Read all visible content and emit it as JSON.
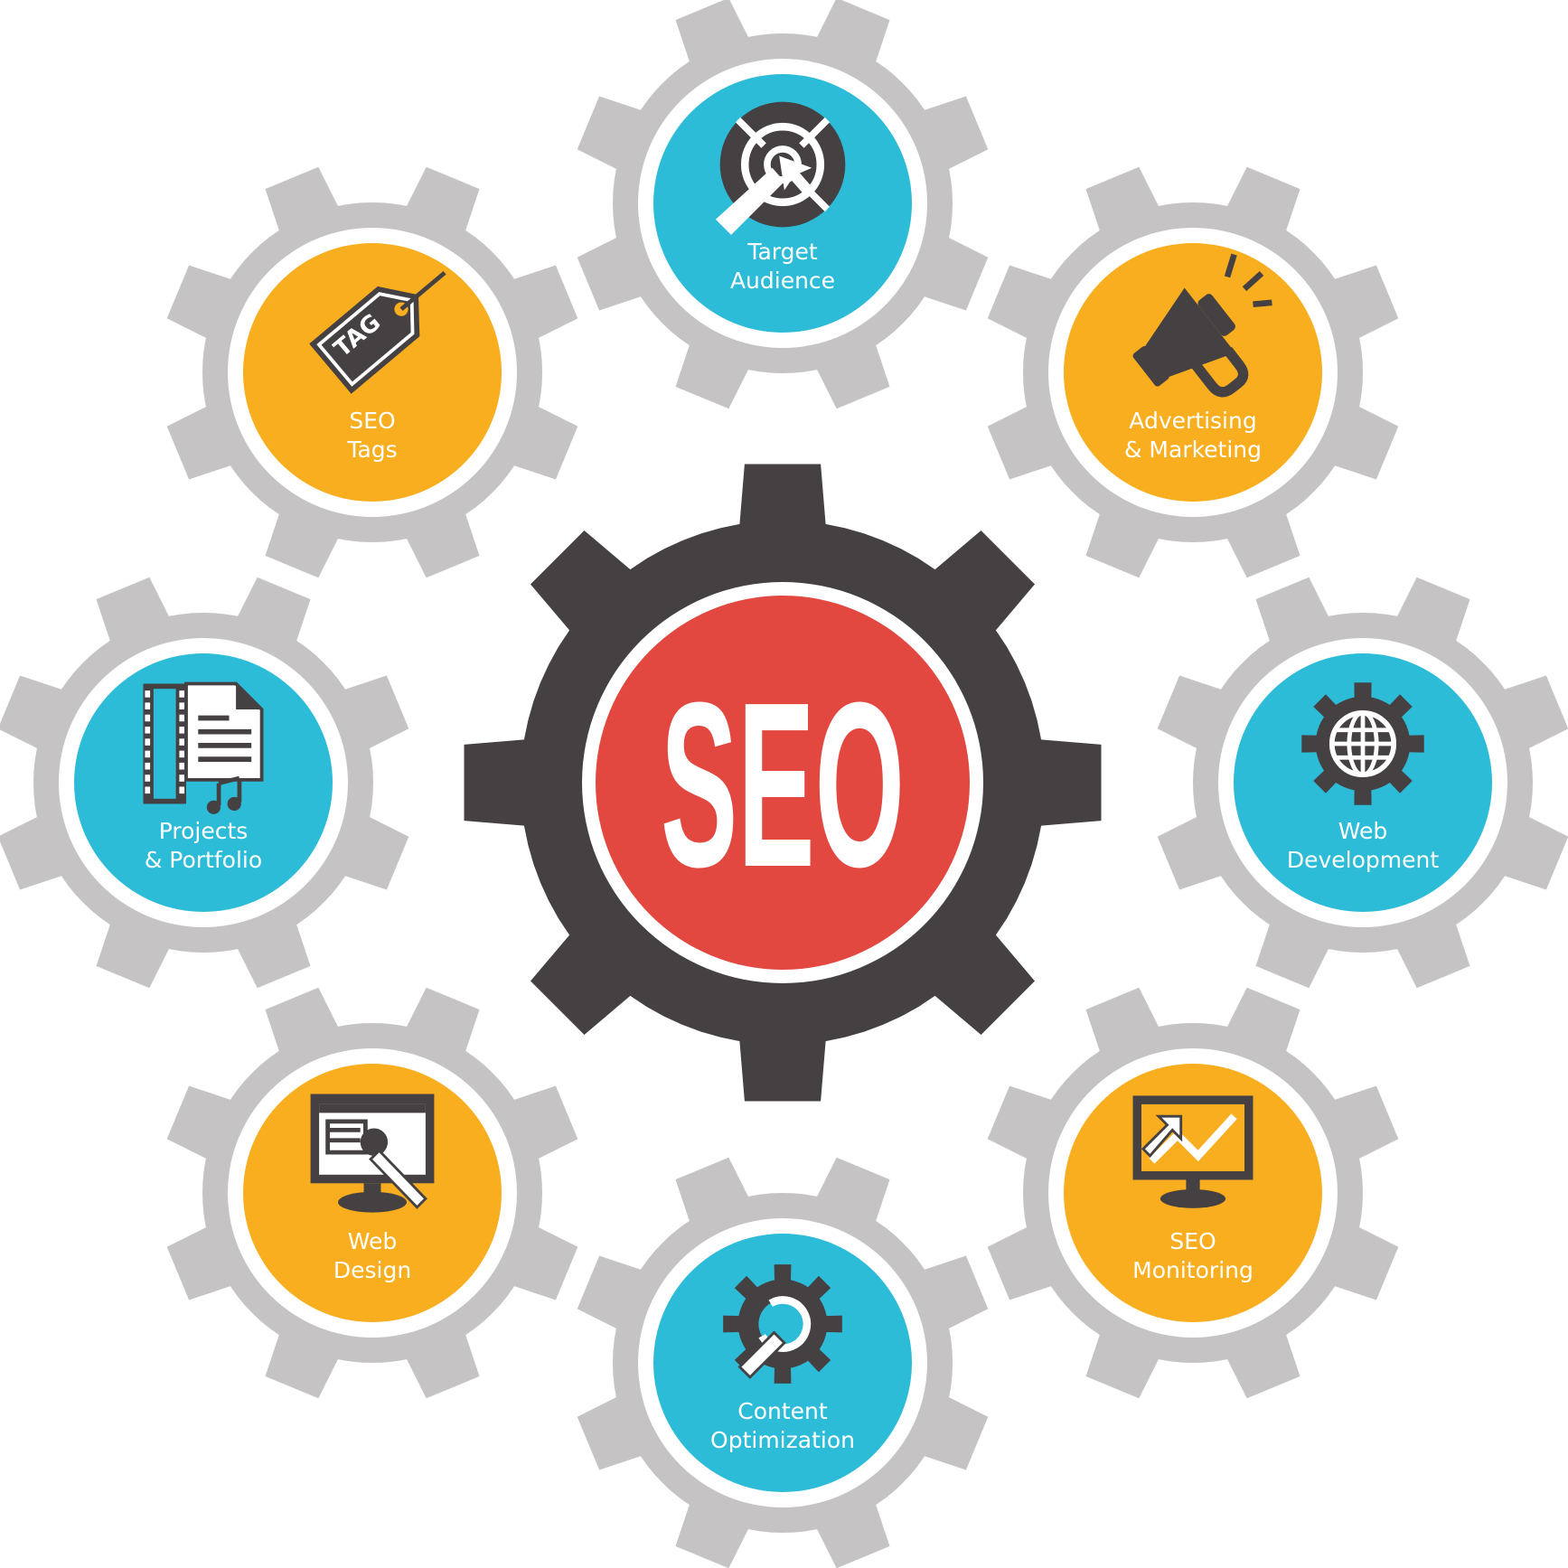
{
  "center": {
    "label": "SEO"
  },
  "colors": {
    "outer_gear": "#c6c3c4",
    "center_gear": "#454142",
    "center_fill": "#e2483f",
    "blue": "#2dbcd8",
    "orange": "#f8ae1f",
    "white": "#ffffff"
  },
  "nodes": [
    {
      "id": "target-audience",
      "line1": "Target",
      "line2": "Audience",
      "color": "blue",
      "icon": "target-icon"
    },
    {
      "id": "advertising-marketing",
      "line1": "Advertising",
      "line2": "& Marketing",
      "color": "orange",
      "icon": "megaphone-icon"
    },
    {
      "id": "web-development",
      "line1": "Web",
      "line2": "Development",
      "color": "blue",
      "icon": "globe-gear-icon"
    },
    {
      "id": "seo-monitoring",
      "line1": "SEO",
      "line2": "Monitoring",
      "color": "orange",
      "icon": "chart-monitor-icon"
    },
    {
      "id": "content-optimization",
      "line1": "Content",
      "line2": "Optimization",
      "color": "blue",
      "icon": "wrench-gear-icon"
    },
    {
      "id": "web-design",
      "line1": "Web",
      "line2": "Design",
      "color": "orange",
      "icon": "design-monitor-icon"
    },
    {
      "id": "projects-portfolio",
      "line1": "Projects",
      "line2": "& Portfolio",
      "color": "blue",
      "icon": "film-document-icon"
    },
    {
      "id": "seo-tags",
      "line1": "SEO",
      "line2": "Tags",
      "color": "orange",
      "icon": "tag-icon"
    }
  ],
  "tag_text": "TAG"
}
